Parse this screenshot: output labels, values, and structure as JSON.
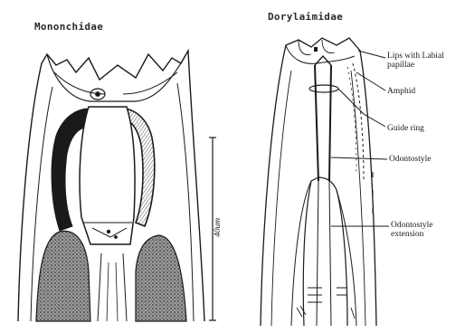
{
  "figure": {
    "left_panel": {
      "title": "Mononchidae",
      "scale_label": "40um"
    },
    "right_panel": {
      "title": "Dorylaimidae",
      "labels": [
        {
          "id": "lips",
          "text": "Lips with Labial\npapillae"
        },
        {
          "id": "amphid",
          "text": "Amphid"
        },
        {
          "id": "guide-ring",
          "text": "Guide ring"
        },
        {
          "id": "odontostyle",
          "text": "Odontostyle"
        },
        {
          "id": "odontostyle-extension",
          "text": "Odontostyle\nextension"
        }
      ]
    }
  }
}
